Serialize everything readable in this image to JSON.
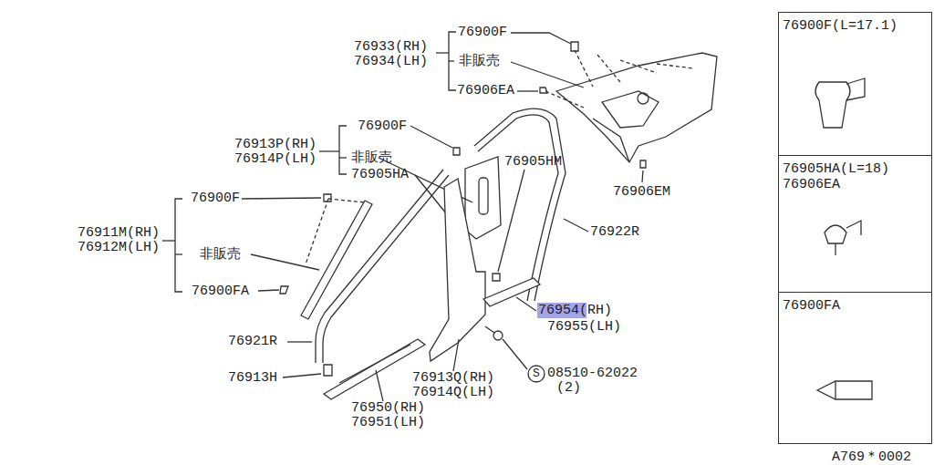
{
  "diagram": {
    "nodes": [
      {
        "text": [
          "76900F(L=17.1)"
        ]
      },
      {
        "text": [
          "76905HA(L=18) 76906EA"
        ]
      },
      {
        "text": [
          "76900FA"
        ]
      }
    ],
    "edges": [],
    "labels": [
      "76900F",
      "76933(RH)",
      "76934(LH)",
      "非販売",
      "76906EA",
      "76900F",
      "76913P(RH)",
      "76914P(LH)",
      "非販売",
      "76905HA",
      "76905HM",
      "76906EM",
      "76922R",
      "76900F",
      "76911M(RH)",
      "76912M(LH)",
      "非販売",
      "76900FA",
      "76954(RH)",
      "76955(LH)",
      "76921R",
      "76913H",
      "76913Q(RH)",
      "76914Q(LH)",
      "S",
      "08510-62022",
      "(2)",
      "76950(RH)",
      "76951(LH)",
      "A769＊0002"
    ]
  }
}
